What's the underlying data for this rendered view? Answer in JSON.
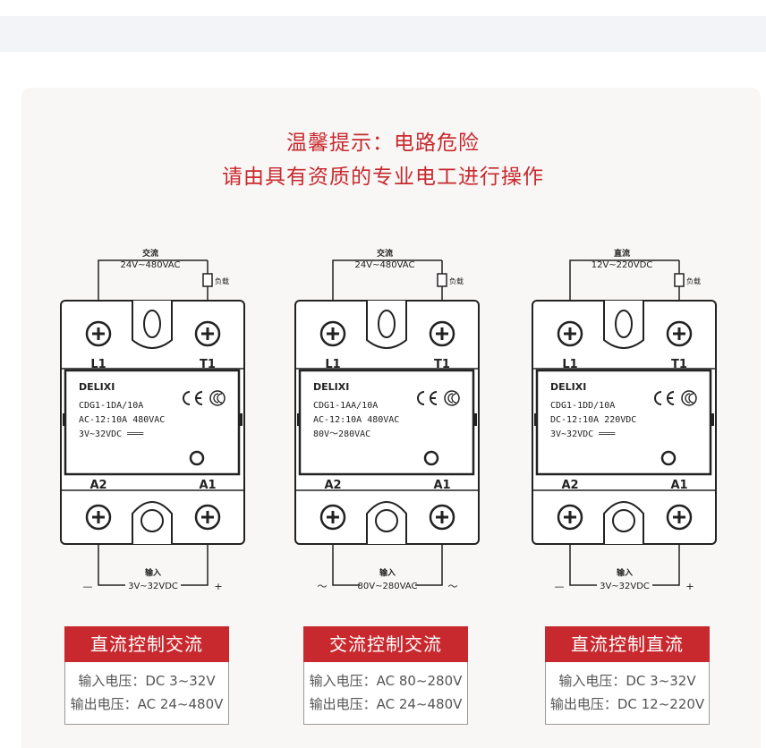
{
  "warning": {
    "line1": "温馨提示：电路危险",
    "line2": "请由具有资质的专业电工进行操作"
  },
  "colors": {
    "accent": "#c8292e",
    "module_bg": "#ffffff",
    "stroke": "#222222"
  },
  "modules": [
    {
      "top_label": "交流",
      "top_voltage": "24V~480VAC",
      "load_label": "负载",
      "brand": "DELIXI",
      "model": "CDG1-1DA/10A",
      "rating": "AC-12:10A 480VAC",
      "control": "3V~32VDC ═══",
      "l1": "L1",
      "t1": "T1",
      "a2": "A2",
      "a1": "A1",
      "bottom_label": "输入",
      "bottom_voltage": "3V~32VDC",
      "bottom_left": "—",
      "bottom_right": "+",
      "caption": "直流控制交流",
      "input_spec": "输入电压：DC 3~32V",
      "output_spec": "输出电压：AC 24~480V"
    },
    {
      "top_label": "交流",
      "top_voltage": "24V~480VAC",
      "load_label": "负载",
      "brand": "DELIXI",
      "model": "CDG1-1AA/10A",
      "rating": "AC-12:10A 480VAC",
      "control": "80V～280VAC",
      "l1": "L1",
      "t1": "T1",
      "a2": "A2",
      "a1": "A1",
      "bottom_label": "输入",
      "bottom_voltage": "80V~280VAC",
      "bottom_left": "～",
      "bottom_right": "～",
      "caption": "交流控制交流",
      "input_spec": "输入电压：AC 80~280V",
      "output_spec": "输出电压：AC 24~480V"
    },
    {
      "top_label": "直流",
      "top_voltage": "12V~220VDC",
      "load_label": "负载",
      "brand": "DELIXI",
      "model": "CDG1-1DD/10A",
      "rating": "DC-12:10A 220VDC",
      "control": "3V~32VDC ═══",
      "l1": "L1",
      "t1": "T1",
      "a2": "A2",
      "a1": "A1",
      "bottom_label": "输入",
      "bottom_voltage": "3V~32VDC",
      "bottom_left": "—",
      "bottom_right": "+",
      "caption": "直流控制直流",
      "input_spec": "输入电压：DC 3~32V",
      "output_spec": "输出电压：DC 12~220V"
    }
  ]
}
